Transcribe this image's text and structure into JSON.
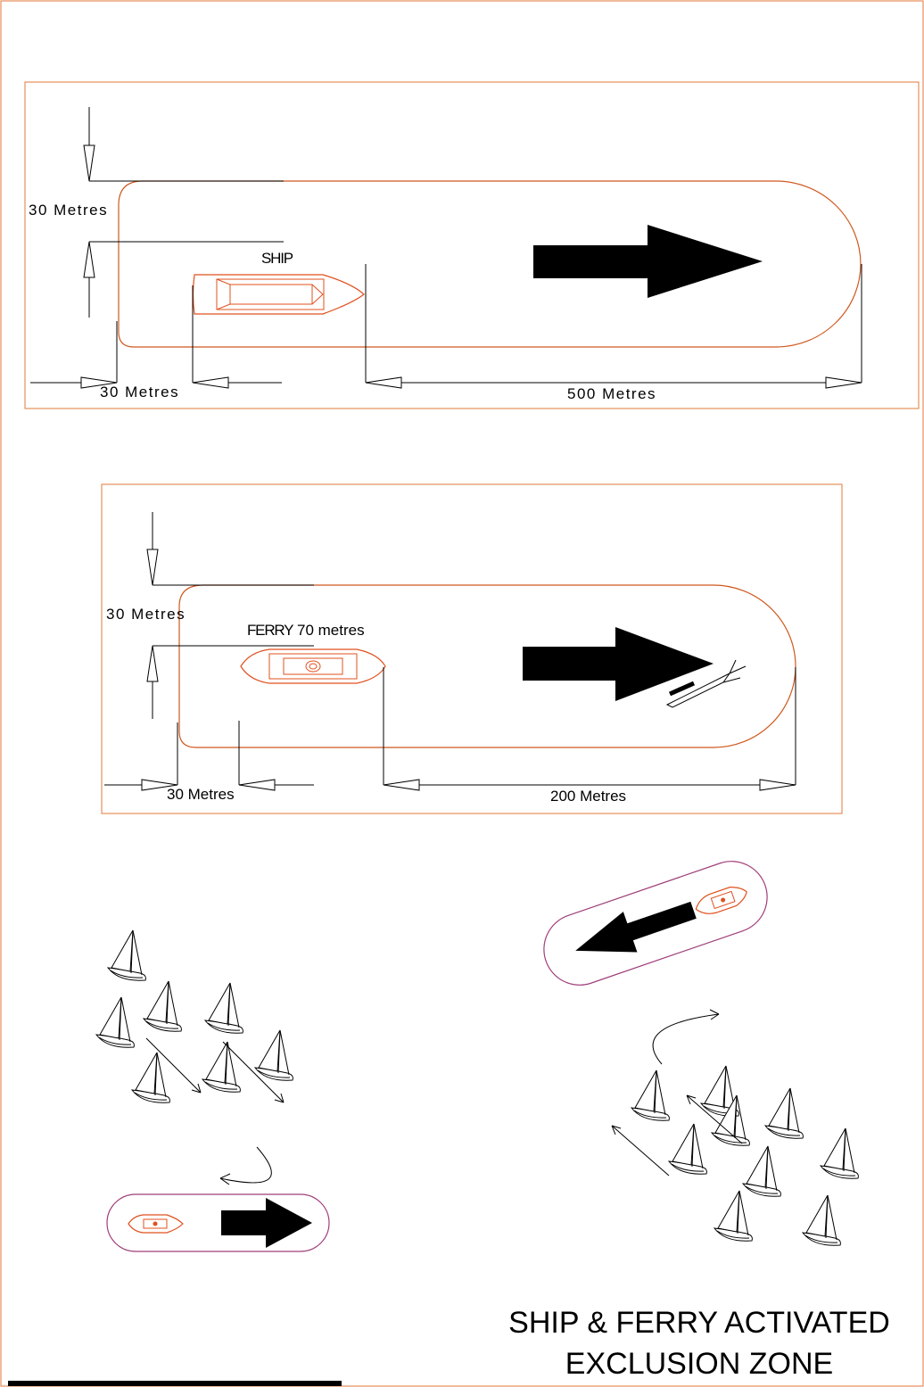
{
  "colors": {
    "frame": "#e07a3a",
    "zone": "#d0581e",
    "ship": "#e0501e",
    "small_zone": "#a03e7a",
    "ink": "#000000"
  },
  "ship_diagram": {
    "vessel_label": "SHIP",
    "beam_clearance": "30 Metres",
    "stern_clearance": "30 Metres",
    "bow_clearance": "500 Metres"
  },
  "ferry_diagram": {
    "vessel_label": "FERRY",
    "vessel_length": "70 metres",
    "beam_clearance": "30 Metres",
    "stern_clearance": "30 Metres",
    "bow_clearance": "200 Metres"
  },
  "title": {
    "line1": "SHIP & FERRY ACTIVATED",
    "line2": "EXCLUSION ZONE"
  },
  "icons": {
    "direction": "arrow-right-icon",
    "vessel": "ship-icon",
    "yacht": "sailboat-icon"
  }
}
